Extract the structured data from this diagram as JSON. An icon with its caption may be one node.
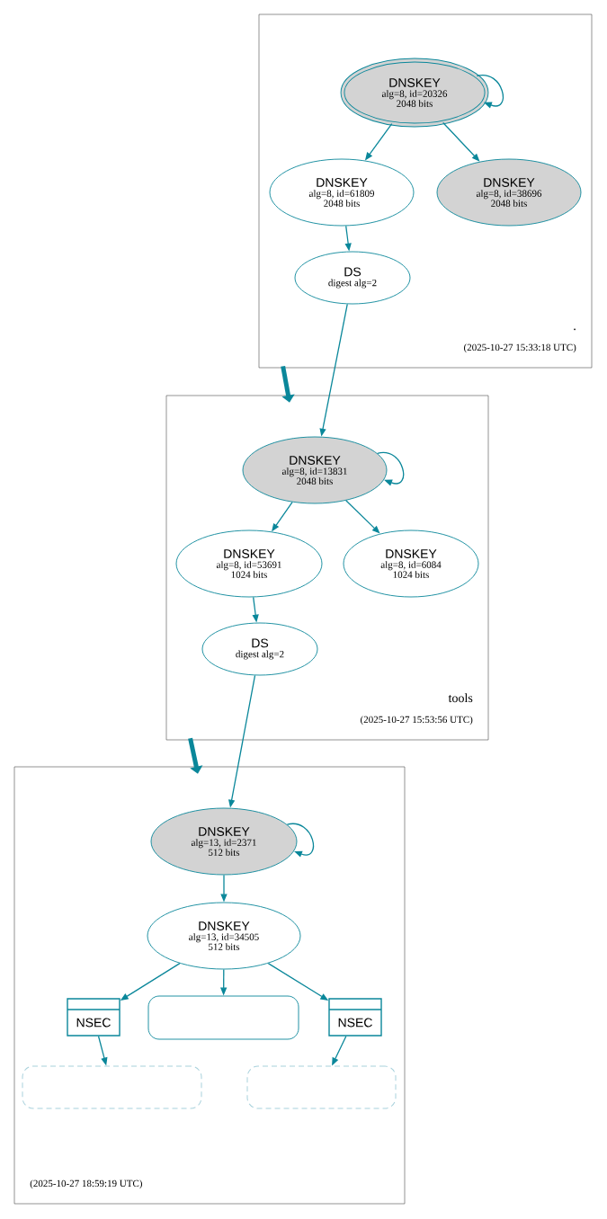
{
  "diagram": {
    "nodes": [
      {
        "text": [
          ".",
          "(2025-10-27 15:33:18 UTC)"
        ]
      },
      {
        "text": [
          "DNSKEY",
          "alg=8, id=20326",
          "2048 bits"
        ],
        "in": 0
      },
      {
        "text": [
          "DNSKEY",
          "alg=8, id=61809",
          "2048 bits"
        ],
        "in": 0
      },
      {
        "text": [
          "DNSKEY",
          "alg=8, id=38696",
          "2048 bits"
        ],
        "in": 0
      },
      {
        "text": [
          "DS",
          "digest alg=2"
        ],
        "in": 0
      },
      {
        "text": [
          "tools",
          "(2025-10-27 15:53:56 UTC)"
        ]
      },
      {
        "text": [
          "DNSKEY",
          "alg=8, id=13831",
          "2048 bits"
        ],
        "in": 5
      },
      {
        "text": [
          "DNSKEY",
          "alg=8, id=53691",
          "1024 bits"
        ],
        "in": 5
      },
      {
        "text": [
          "DNSKEY",
          "alg=8, id=6084",
          "1024 bits"
        ],
        "in": 5
      },
      {
        "text": [
          "DS",
          "digest alg=2"
        ],
        "in": 5
      },
      {
        "text": [
          "(2025-10-27 18:59:19 UTC)"
        ]
      },
      {
        "text": [
          "DNSKEY",
          "alg=13, id=2371",
          "512 bits"
        ],
        "in": 10
      },
      {
        "text": [
          "DNSKEY",
          "alg=13, id=34505",
          "512 bits"
        ],
        "in": 10
      },
      {
        "text": [
          "NSEC"
        ],
        "in": 10
      },
      {
        "text": [],
        "shape": "box",
        "in": 10
      },
      {
        "text": [
          "NSEC"
        ],
        "in": 10
      },
      {
        "text": [],
        "shape": "box",
        "in": 10
      },
      {
        "text": [],
        "shape": "box",
        "in": 10
      }
    ],
    "edges": [
      {
        "from": 1,
        "to": 1,
        "arrow": "to"
      },
      {
        "from": 1,
        "to": 2,
        "arrow": "to"
      },
      {
        "from": 1,
        "to": 3,
        "arrow": "to"
      },
      {
        "from": 2,
        "to": 4,
        "arrow": "to"
      },
      {
        "from": 4,
        "to": 6,
        "arrow": "to"
      },
      {
        "from": 0,
        "to": 5,
        "arrow": "to",
        "style": "thick"
      },
      {
        "from": 6,
        "to": 6,
        "arrow": "to"
      },
      {
        "from": 6,
        "to": 7,
        "arrow": "to"
      },
      {
        "from": 6,
        "to": 8,
        "arrow": "to"
      },
      {
        "from": 7,
        "to": 9,
        "arrow": "to"
      },
      {
        "from": 9,
        "to": 11,
        "arrow": "to"
      },
      {
        "from": 5,
        "to": 10,
        "arrow": "to",
        "style": "thick"
      },
      {
        "from": 11,
        "to": 11,
        "arrow": "to"
      },
      {
        "from": 11,
        "to": 12,
        "arrow": "to"
      },
      {
        "from": 12,
        "to": 13,
        "arrow": "to"
      },
      {
        "from": 12,
        "to": 14,
        "arrow": "to"
      },
      {
        "from": 12,
        "to": 15,
        "arrow": "to"
      },
      {
        "from": 13,
        "to": 16,
        "arrow": "to"
      },
      {
        "from": 15,
        "to": 17,
        "arrow": "to"
      }
    ]
  }
}
